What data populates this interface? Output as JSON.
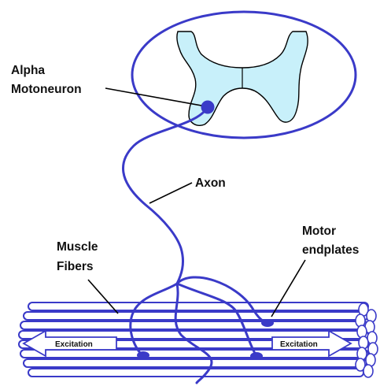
{
  "labels": {
    "alpha_line1": "Alpha",
    "alpha_line2": "Motoneuron",
    "axon": "Axon",
    "muscle_line1": "Muscle",
    "muscle_line2": "Fibers",
    "motor_line1": "Motor",
    "motor_line2": "endplates",
    "excitation_left": "Excitation",
    "excitation_right": "Excitation"
  },
  "colors": {
    "line": "#3a3ac8",
    "grey_matter": "#c8f0fa",
    "outline": "#000000",
    "text": "#111111"
  }
}
